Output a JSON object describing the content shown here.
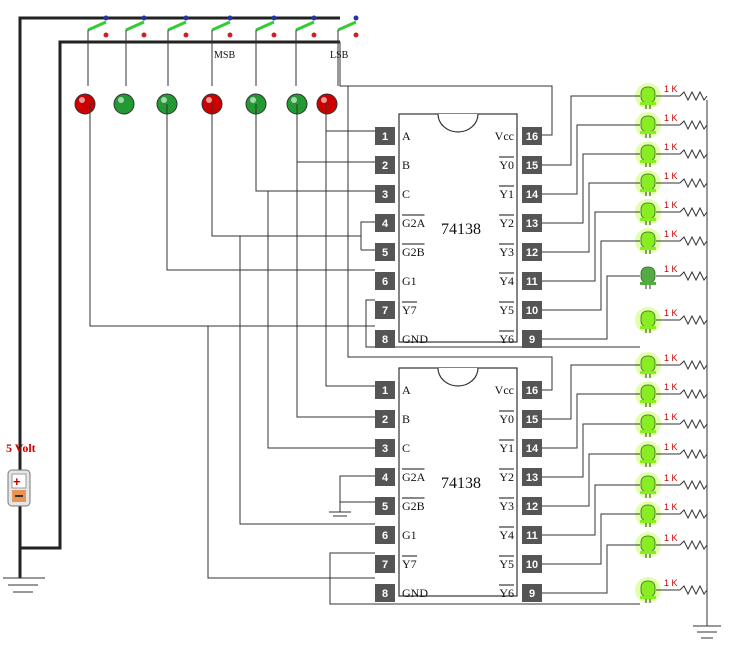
{
  "battery": {
    "label": "5 Volt"
  },
  "switches": {
    "msb_label": "MSB",
    "lsb_label": "LSB"
  },
  "indicator_colors": [
    "red",
    "green",
    "green",
    "red",
    "green",
    "green",
    "red"
  ],
  "chips": [
    {
      "part": "74138",
      "left_pins": [
        {
          "num": "1",
          "label": "A"
        },
        {
          "num": "2",
          "label": "B"
        },
        {
          "num": "3",
          "label": "C"
        },
        {
          "num": "4",
          "label": "G2A",
          "bar": true
        },
        {
          "num": "5",
          "label": "G2B",
          "bar": true
        },
        {
          "num": "6",
          "label": "G1"
        },
        {
          "num": "7",
          "label": "Y7",
          "bar": true
        },
        {
          "num": "8",
          "label": "GND"
        }
      ],
      "right_pins": [
        {
          "num": "16",
          "label": "Vcc"
        },
        {
          "num": "15",
          "label": "Y0",
          "bar": true
        },
        {
          "num": "14",
          "label": "Y1",
          "bar": true
        },
        {
          "num": "13",
          "label": "Y2",
          "bar": true
        },
        {
          "num": "12",
          "label": "Y3",
          "bar": true
        },
        {
          "num": "11",
          "label": "Y4",
          "bar": true
        },
        {
          "num": "10",
          "label": "Y5",
          "bar": true
        },
        {
          "num": "9",
          "label": "Y6",
          "bar": true
        }
      ]
    },
    {
      "part": "74138",
      "left_pins": [
        {
          "num": "1",
          "label": "A"
        },
        {
          "num": "2",
          "label": "B"
        },
        {
          "num": "3",
          "label": "C"
        },
        {
          "num": "4",
          "label": "G2A",
          "bar": true
        },
        {
          "num": "5",
          "label": "G2B",
          "bar": true
        },
        {
          "num": "6",
          "label": "G1"
        },
        {
          "num": "7",
          "label": "Y7",
          "bar": true
        },
        {
          "num": "8",
          "label": "GND"
        }
      ],
      "right_pins": [
        {
          "num": "16",
          "label": "Vcc"
        },
        {
          "num": "15",
          "label": "Y0",
          "bar": true
        },
        {
          "num": "14",
          "label": "Y1",
          "bar": true
        },
        {
          "num": "13",
          "label": "Y2",
          "bar": true
        },
        {
          "num": "12",
          "label": "Y3",
          "bar": true
        },
        {
          "num": "11",
          "label": "Y4",
          "bar": true
        },
        {
          "num": "10",
          "label": "Y5",
          "bar": true
        },
        {
          "num": "9",
          "label": "Y6",
          "bar": true
        }
      ]
    }
  ],
  "outputs": {
    "resistor_label": "1 K",
    "chip1_led_states": [
      "on",
      "on",
      "on",
      "on",
      "on",
      "on",
      "off",
      "on"
    ],
    "chip2_led_states": [
      "on",
      "on",
      "on",
      "on",
      "on",
      "on",
      "on",
      "on"
    ]
  },
  "colors": {
    "led_on": "#88ee22",
    "led_on_glow": "#ccff66",
    "led_off": "#55aa44",
    "indicator_red": "#cc0000",
    "indicator_green": "#229933",
    "resistor_text": "#cc0000"
  }
}
